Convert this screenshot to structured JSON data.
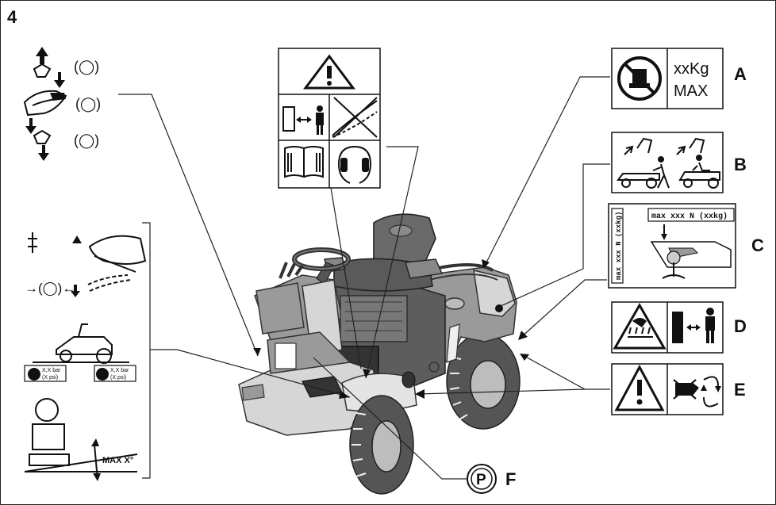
{
  "figure": {
    "number": "4",
    "callouts": {
      "a": "A",
      "b": "B",
      "c": "C",
      "d": "D",
      "e": "E",
      "f": "F"
    }
  },
  "labels": {
    "weight_value": "xxKg",
    "weight_max": "MAX",
    "force_vertical": "max xxx N (xxkg)",
    "force_horizontal": "max xxx N (xxkg)",
    "pressure_value_left": "X,X bar",
    "pressure_unit_left": "(X psi)",
    "pressure_value_right": "X,X bar",
    "pressure_unit_right": "(X psi)",
    "slope_max": "MAX X°",
    "clutch_symbol_1": "(◯)",
    "clutch_symbol_2": "(◯)",
    "clutch_symbol_3": "(◯)",
    "brake_symbol": "→(◯)←",
    "parking_letter": "P"
  },
  "icons": [
    "warning-triangle-icon",
    "safe-distance-person-icon",
    "no-slope-icon",
    "read-manual-icon",
    "ear-protection-icon",
    "no-load-icon",
    "tilt-seat-icon",
    "hot-surface-icon",
    "no-hands-rotating-icon",
    "parking-brake-icon",
    "hydro-pedal-icon",
    "tractor-icon",
    "operator-slope-icon"
  ],
  "colors": {
    "ink": "#111111",
    "body": "#9a9a9a",
    "tire": "#555555"
  }
}
